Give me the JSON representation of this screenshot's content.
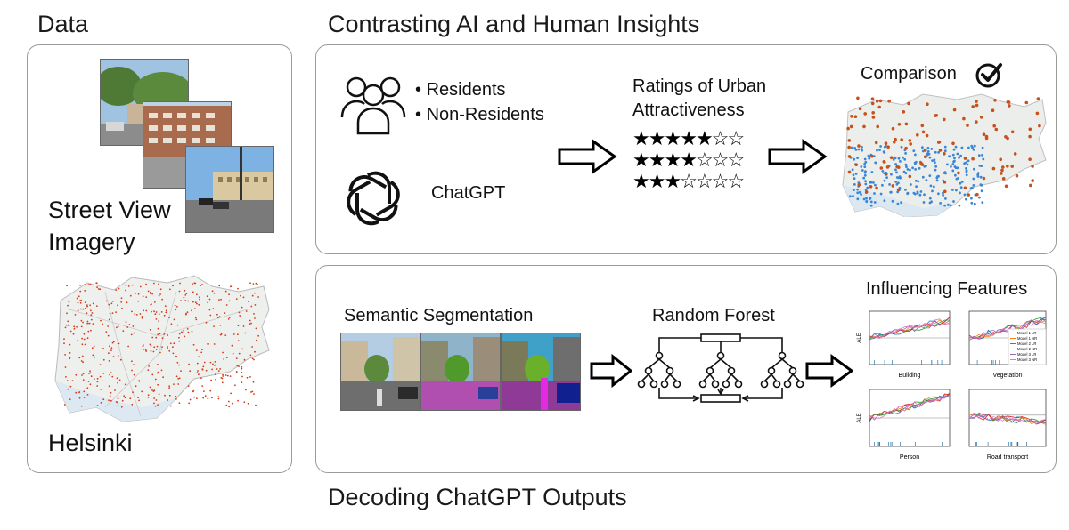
{
  "headings": {
    "data": "Data",
    "contrasting": "Contrasting AI and Human Insights",
    "decoding": "Decoding ChatGPT Outputs"
  },
  "data_panel": {
    "street_view_label": "Street View\nImagery",
    "city_label": "Helsinki"
  },
  "top_panel": {
    "groups": [
      "Residents",
      "Non-Residents"
    ],
    "bullet": "•",
    "chatgpt_label": "ChatGPT",
    "ratings_title": "Ratings of Urban Attractiveness",
    "ratings": [
      {
        "filled": 5,
        "total": 7
      },
      {
        "filled": 4,
        "total": 7
      },
      {
        "filled": 3,
        "total": 7
      }
    ],
    "comparison_label": "Comparison"
  },
  "bottom_panel": {
    "segmentation_label": "Semantic Segmentation",
    "forest_label": "Random Forest",
    "features_label": "Influencing Features",
    "ale_plots": [
      {
        "xlabel": "Building",
        "ylabel": "ALE"
      },
      {
        "xlabel": "Vegetation",
        "ylabel": ""
      },
      {
        "xlabel": "Person",
        "ylabel": "ALE"
      },
      {
        "xlabel": "Road transport",
        "ylabel": ""
      }
    ],
    "legend_entries": [
      "Model 1 LR",
      "Model 1 NR",
      "Model 2 LR",
      "Model 2 NR",
      "Model 3 LR",
      "Model 3 NR"
    ]
  },
  "colors": {
    "panel_border": "#9a9a9a",
    "map_points_red": "#d63a1a",
    "map_points_blue": "#3a86d6",
    "map_points_orange": "#c8501a"
  }
}
